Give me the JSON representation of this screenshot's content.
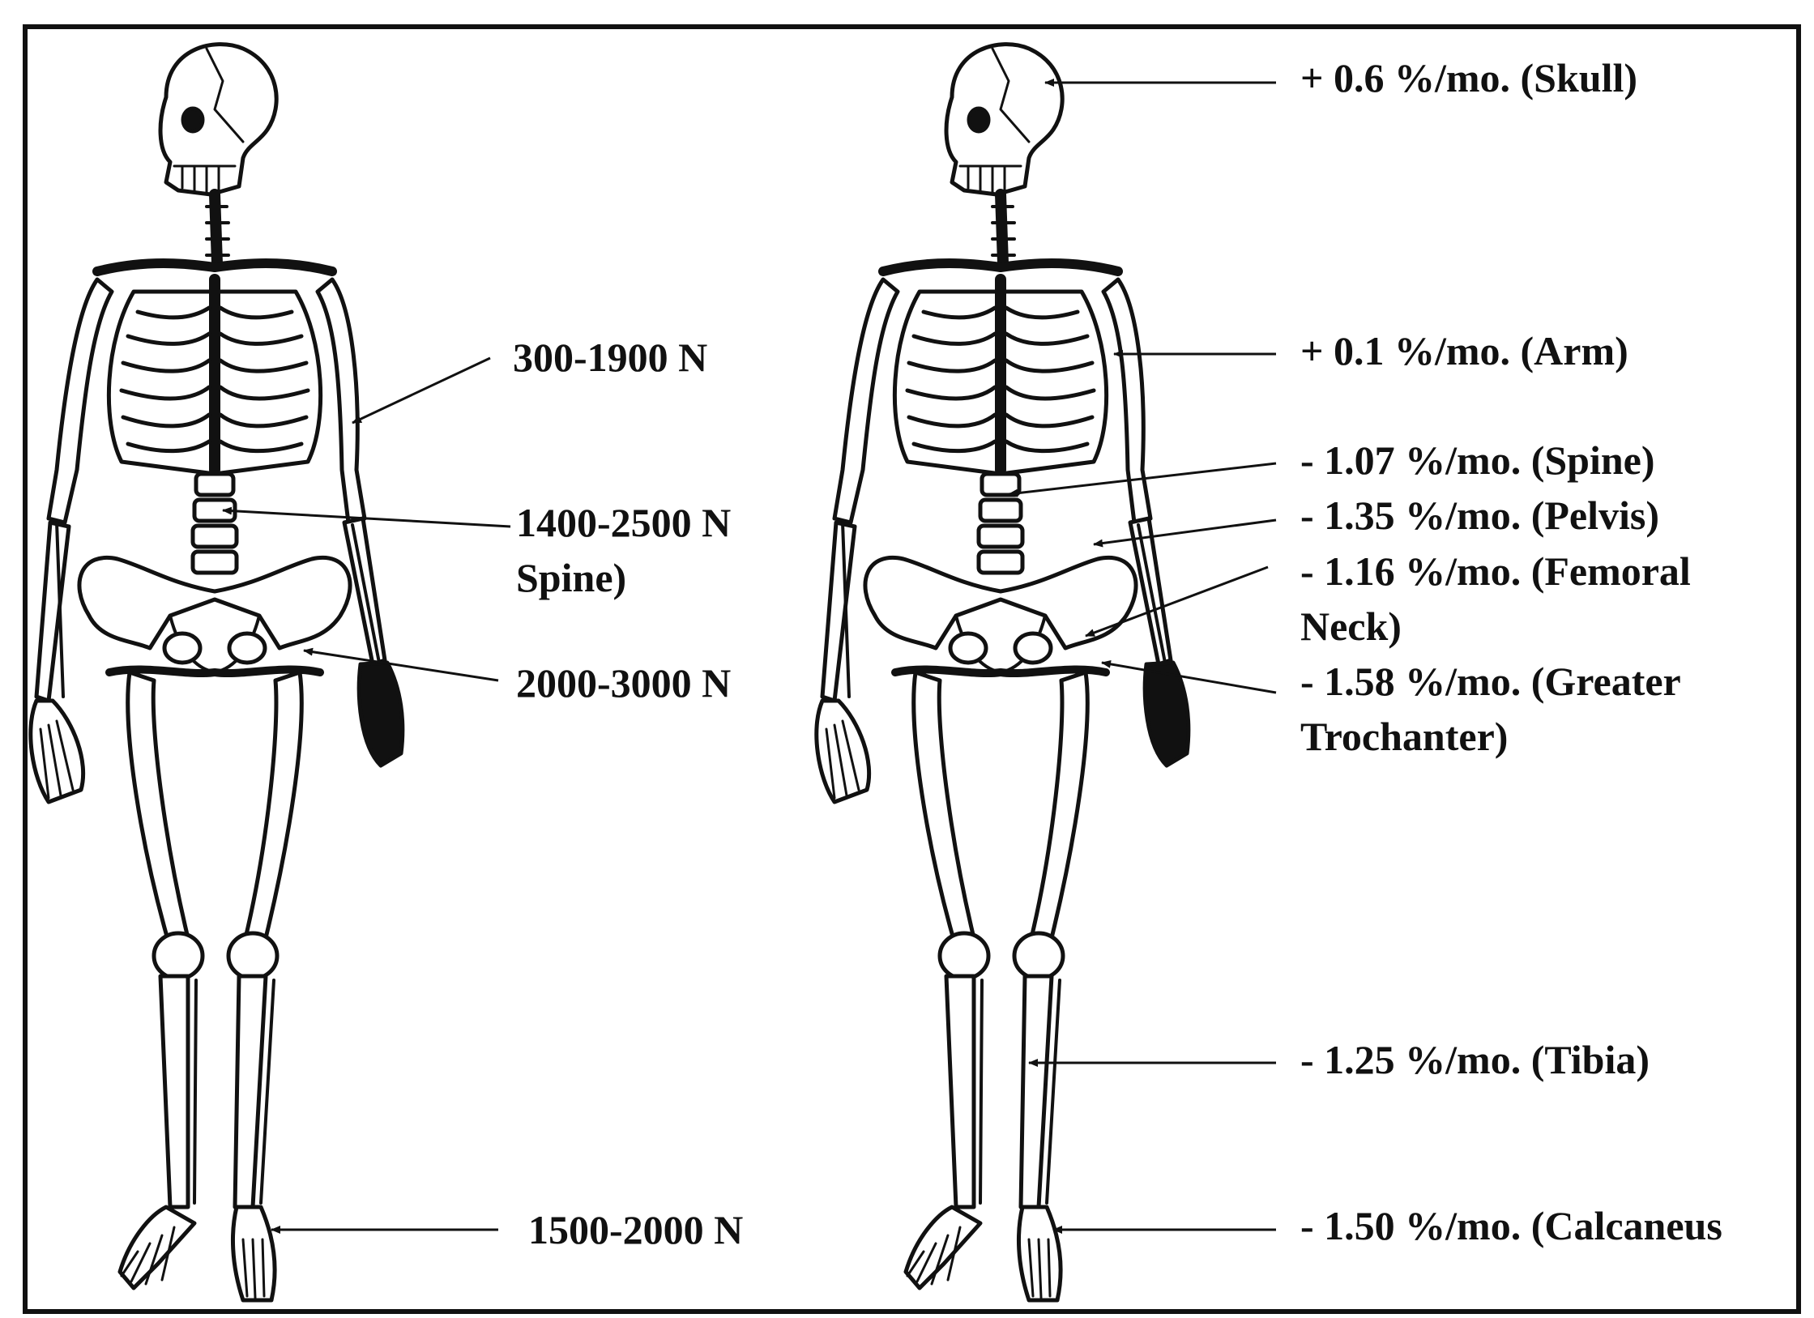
{
  "left_figure": {
    "labels": {
      "arm": "300-1900 N",
      "spine_value": "1400-2500 N",
      "spine_name": "Spine)",
      "hip": "2000-3000 N",
      "foot": "1500-2000 N"
    }
  },
  "right_figure": {
    "labels": {
      "skull": "+ 0.6 %/mo. (Skull)",
      "arm": "+ 0.1 %/mo. (Arm)",
      "spine": "- 1.07 %/mo. (Spine)",
      "pelvis": "- 1.35 %/mo. (Pelvis)",
      "femoral_neck_1": "- 1.16 %/mo. (Femoral",
      "femoral_neck_2": "Neck)",
      "greater_trochanter_1": "- 1.58 %/mo. (Greater",
      "greater_trochanter_2": "Trochanter)",
      "tibia": "- 1.25 %/mo. (Tibia)",
      "calcaneus": "- 1.50 %/mo. (Calcaneus"
    }
  },
  "colors": {
    "ink": "#111111",
    "paper": "#ffffff"
  }
}
